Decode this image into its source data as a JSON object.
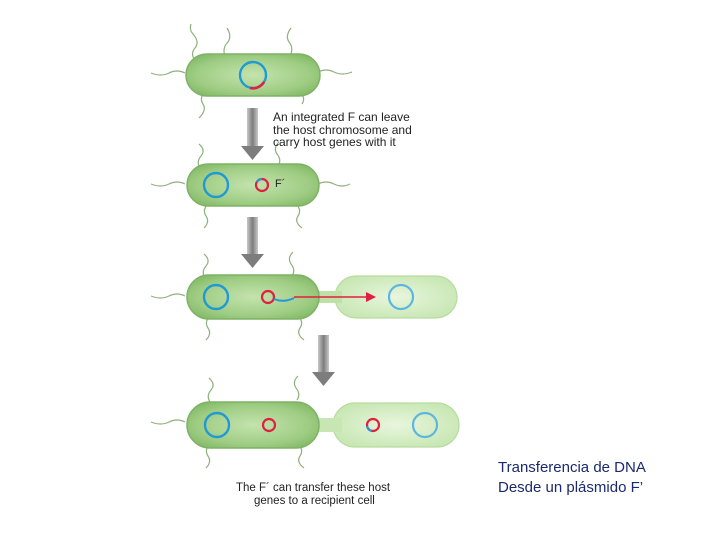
{
  "diagram": {
    "note_top": [
      "An integrated F can leave",
      "the host chromosome and",
      "carry host genes with it"
    ],
    "plasmid_label": "F´",
    "note_bottom": [
      "The F´ can transfer these host",
      "genes to a recipient cell"
    ]
  },
  "caption": {
    "line1": "Transferencia de DNA",
    "line2": "Desde un plásmido F’"
  },
  "colors": {
    "cell_fill": "#a9d48f",
    "recipient_fill": "#d6efc6",
    "chromosome": "#1f9ad6",
    "plasmid": "#e02040",
    "arrow": "#8a8a8a",
    "pilus_arrow": "#e02040"
  }
}
